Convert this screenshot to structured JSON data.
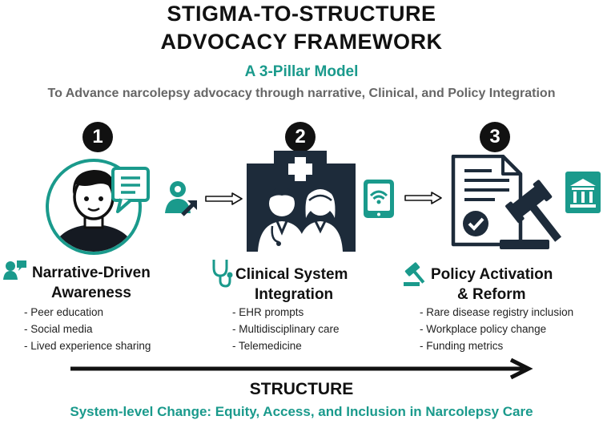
{
  "header": {
    "title_line1": "STIGMA-TO-STRUCTURE",
    "title_line2": "ADVOCACY FRAMEWORK",
    "subtitle": "A 3-Pillar Model",
    "description": "To Advance narcolepsy advocacy through narrative, Clinical, and Policy Integration"
  },
  "colors": {
    "accent": "#1a9a8c",
    "dark": "#111111",
    "navy": "#1d2b3a"
  },
  "pillars": [
    {
      "number": "1",
      "icon": "person-speech-bubble-icon",
      "small_icon": "people-chat-icon",
      "title_line1": "Narrative-Driven",
      "title_line2": "Awareness",
      "items": [
        "Peer education",
        "Social media",
        "Lived experience sharing"
      ]
    },
    {
      "number": "2",
      "icon": "hospital-doctors-icon",
      "small_icon": "stethoscope-icon",
      "title_line1": "Clinical System",
      "title_line2": "Integration",
      "items": [
        "EHR prompts",
        "Multidisciplinary care",
        "Telemedicine"
      ]
    },
    {
      "number": "3",
      "icon": "document-gavel-icon",
      "small_icon": "gavel-icon",
      "title_line1": "Policy Activation",
      "title_line2": "& Reform",
      "items": [
        "Rare disease registry inclusion",
        "Workplace policy change",
        "Funding metrics"
      ]
    }
  ],
  "connectors": [
    "person-referral-icon",
    "tablet-wifi-icon",
    "government-building-icon"
  ],
  "structure_label": "STRUCTURE",
  "footer": "System-level Change: Equity, Access, and Inclusion in Narcolepsy Care"
}
